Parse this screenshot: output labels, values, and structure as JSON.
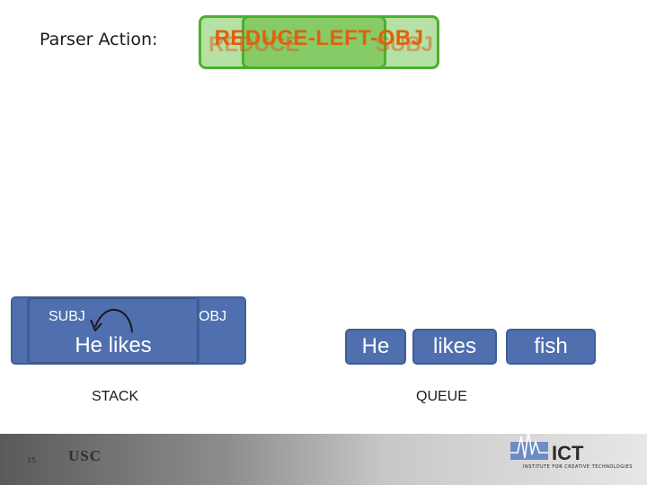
{
  "header": {
    "label": "Parser Action:",
    "action_text": "REDUCE-LEFT-OBJ",
    "ghost_text_1": "REDUCE",
    "ghost_text_2": "SUBJ"
  },
  "stack": {
    "caption": "STACK",
    "token_text": "He likes",
    "back_label": "OBJ",
    "arc_label": "SUBJ"
  },
  "queue": {
    "caption": "QUEUE",
    "tokens": [
      "He",
      "likes",
      "fish"
    ]
  },
  "footer": {
    "page_number": "15",
    "usc_label": "USC",
    "ict_label": "ICT",
    "ict_subtitle": "INSTITUTE FOR CREATIVE TECHNOLOGIES"
  },
  "colors": {
    "action_green": "#78c85a",
    "action_orange": "#e06010",
    "token_blue": "#4f6fae"
  }
}
